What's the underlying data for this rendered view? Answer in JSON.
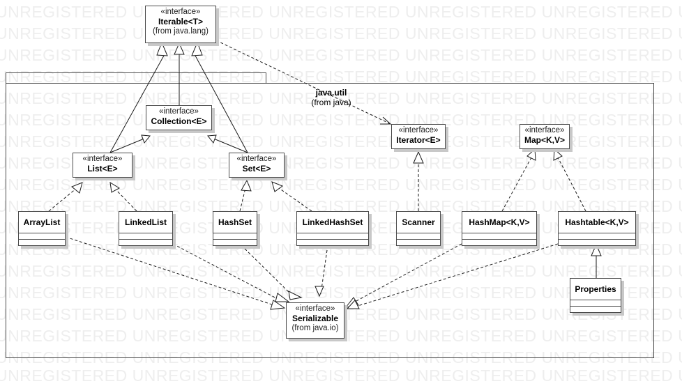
{
  "watermark": {
    "text": "UNREGISTERED UNREGISTERED UNREGISTERED UNREGISTERED UNREGISTERED UNREGISTERED"
  },
  "package": {
    "name": "java.util",
    "origin": "(from java)"
  },
  "nodes": {
    "iterable": {
      "stereotype": "«interface»",
      "name": "Iterable<T>",
      "origin": "(from java.lang)"
    },
    "collection": {
      "stereotype": "«interface»",
      "name": "Collection<E>"
    },
    "list": {
      "stereotype": "«interface»",
      "name": "List<E>"
    },
    "set": {
      "stereotype": "«interface»",
      "name": "Set<E>"
    },
    "iterator": {
      "stereotype": "«interface»",
      "name": "Iterator<E>"
    },
    "map": {
      "stereotype": "«interface»",
      "name": "Map<K,V>"
    },
    "serializable": {
      "stereotype": "«interface»",
      "name": "Serializable",
      "origin": "(from java.io)"
    },
    "arraylist": {
      "name": "ArrayList"
    },
    "linkedlist": {
      "name": "LinkedList"
    },
    "hashset": {
      "name": "HashSet"
    },
    "linkedhashset": {
      "name": "LinkedHashSet"
    },
    "scanner": {
      "name": "Scanner"
    },
    "hashmap": {
      "name": "HashMap<K,V>"
    },
    "hashtable": {
      "name": "Hashtable<K,V>"
    },
    "properties": {
      "name": "Properties"
    }
  },
  "relations": [
    {
      "from": "collection",
      "to": "iterable",
      "kind": "generalization"
    },
    {
      "from": "list",
      "to": "iterable",
      "kind": "generalization"
    },
    {
      "from": "set",
      "to": "iterable",
      "kind": "generalization"
    },
    {
      "from": "list",
      "to": "collection",
      "kind": "generalization"
    },
    {
      "from": "set",
      "to": "collection",
      "kind": "generalization"
    },
    {
      "from": "arraylist",
      "to": "list",
      "kind": "realization"
    },
    {
      "from": "linkedlist",
      "to": "list",
      "kind": "realization"
    },
    {
      "from": "hashset",
      "to": "set",
      "kind": "realization"
    },
    {
      "from": "linkedhashset",
      "to": "set",
      "kind": "realization"
    },
    {
      "from": "scanner",
      "to": "iterator",
      "kind": "realization"
    },
    {
      "from": "hashmap",
      "to": "map",
      "kind": "realization"
    },
    {
      "from": "hashtable",
      "to": "map",
      "kind": "realization"
    },
    {
      "from": "properties",
      "to": "hashtable",
      "kind": "generalization"
    },
    {
      "from": "iterable",
      "to": "iterator",
      "kind": "dependency"
    },
    {
      "from": "arraylist",
      "to": "serializable",
      "kind": "realization"
    },
    {
      "from": "linkedlist",
      "to": "serializable",
      "kind": "realization"
    },
    {
      "from": "hashset",
      "to": "serializable",
      "kind": "realization"
    },
    {
      "from": "linkedhashset",
      "to": "serializable",
      "kind": "realization"
    },
    {
      "from": "hashmap",
      "to": "serializable",
      "kind": "realization"
    },
    {
      "from": "hashtable",
      "to": "serializable",
      "kind": "realization"
    }
  ],
  "colors": {
    "line": "#1a1a1a",
    "border": "#4a4a4a",
    "shadow": "#c8c8c8",
    "watermark": "#eeeeee"
  }
}
